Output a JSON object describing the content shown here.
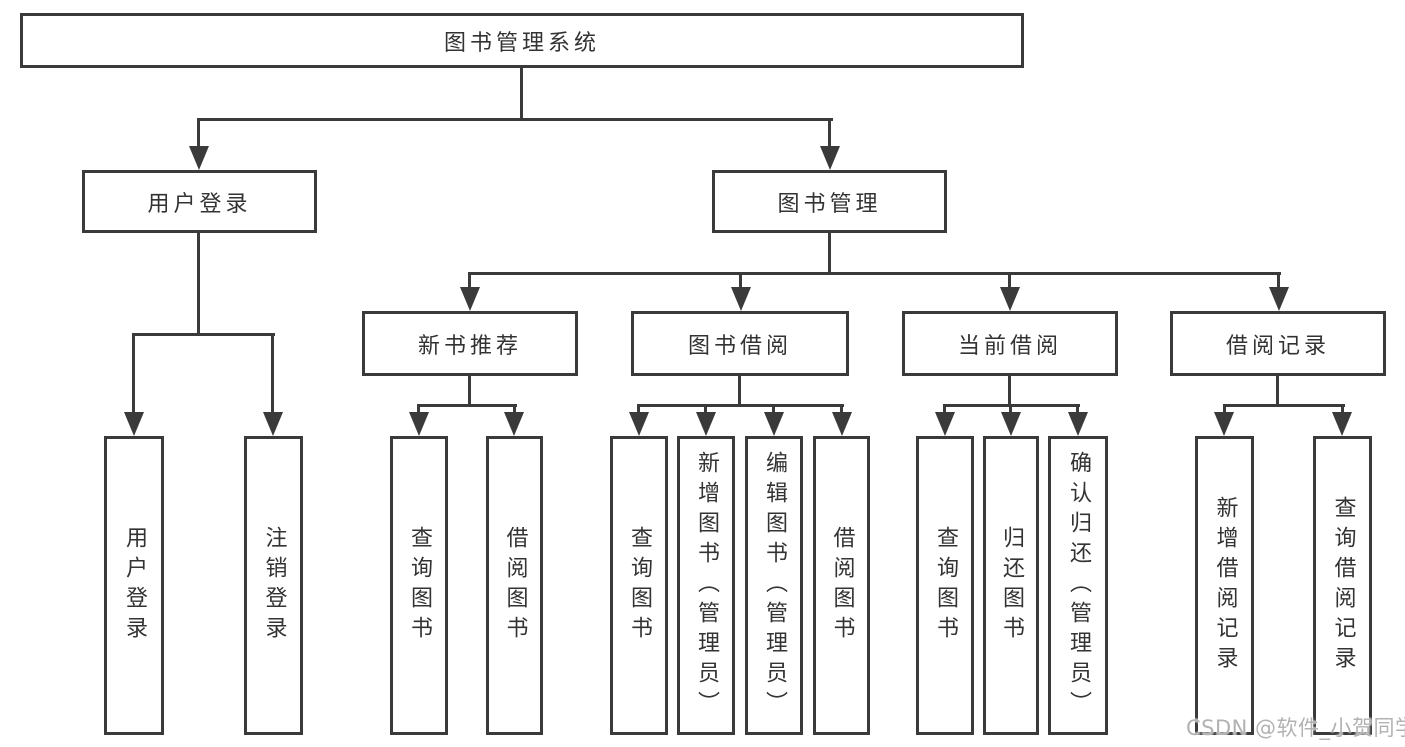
{
  "diagram_title": "图书管理系统",
  "nodes": {
    "root": {
      "label": "图书管理系统"
    },
    "branches": [
      {
        "label": "用户登录",
        "children": [
          "用户登录",
          "注销登录"
        ]
      },
      {
        "label": "图书管理",
        "children": [
          {
            "label": "新书推荐",
            "children": [
              "查询图书",
              "借阅图书"
            ]
          },
          {
            "label": "图书借阅",
            "children": [
              "查询图书",
              "新增图书（管理员）",
              "编辑图书（管理员）",
              "借阅图书"
            ]
          },
          {
            "label": "当前借阅",
            "children": [
              "查询图书",
              "归还图书",
              "确认归还（管理员）"
            ]
          },
          {
            "label": "借阅记录",
            "children": [
              "新增借阅记录",
              "查询借阅记录"
            ]
          }
        ]
      }
    ]
  },
  "watermark": "CSDN @软件_小贺同学",
  "colors": {
    "line": "#3a3a3a",
    "text": "#333333",
    "background": "#ffffff",
    "watermark": "#b2b2b2"
  }
}
